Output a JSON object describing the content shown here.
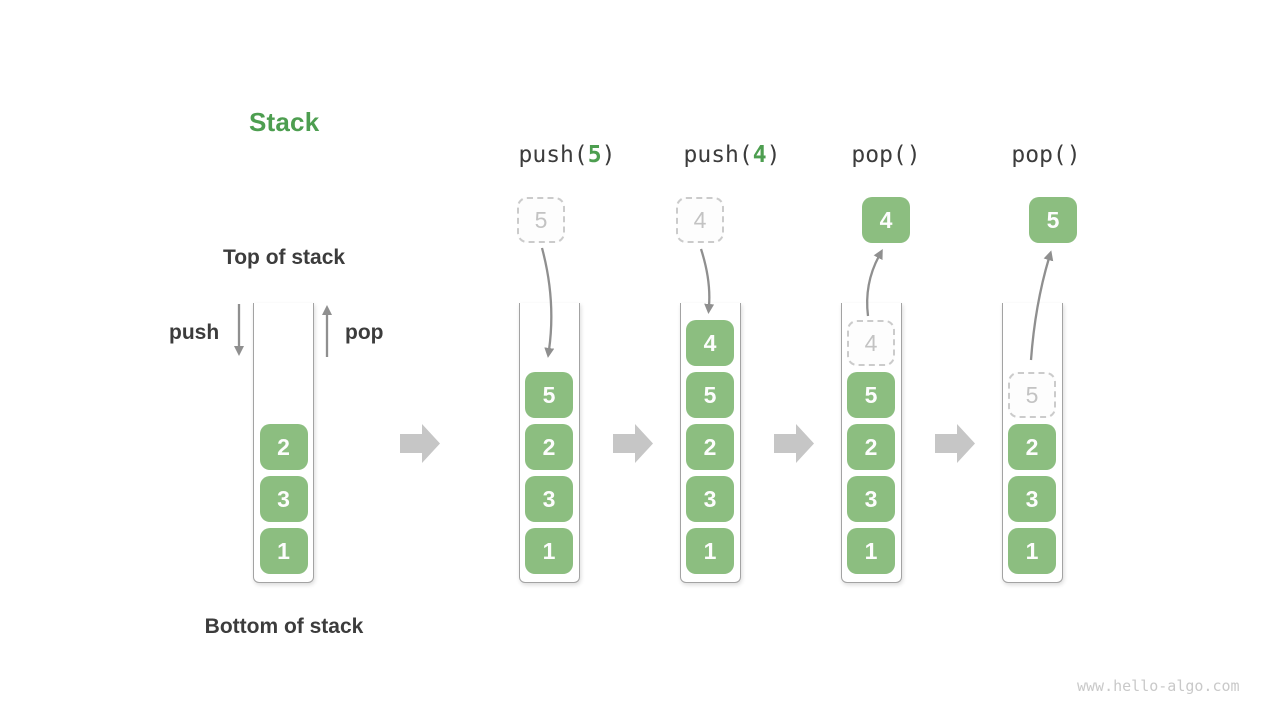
{
  "title": "Stack",
  "labels": {
    "top_of_stack": "Top of stack",
    "bottom_of_stack": "Bottom of stack",
    "push": "push",
    "pop": "pop"
  },
  "watermark": "www.hello-algo.com",
  "colors": {
    "box_green": "#8cbe80",
    "accent_green": "#4d9e50",
    "text_dark": "#3c3c3c",
    "arrow_gray": "#8f8f8f",
    "step_arrow_gray": "#c6c6c6",
    "dashed_gray": "#cbcbcb",
    "watermark_gray": "#c9c9c9"
  },
  "columns": [
    {
      "name": "initial-stack",
      "op": null,
      "stack": [
        {
          "v": "2",
          "style": "solid"
        },
        {
          "v": "3",
          "style": "solid"
        },
        {
          "v": "1",
          "style": "solid"
        }
      ]
    },
    {
      "name": "push-5",
      "op": {
        "prefix": "push(",
        "arg": "5",
        "suffix": ")"
      },
      "floating": {
        "v": "5",
        "style": "dashed"
      },
      "stack": [
        {
          "v": "5",
          "style": "solid"
        },
        {
          "v": "2",
          "style": "solid"
        },
        {
          "v": "3",
          "style": "solid"
        },
        {
          "v": "1",
          "style": "solid"
        }
      ]
    },
    {
      "name": "push-4",
      "op": {
        "prefix": "push(",
        "arg": "4",
        "suffix": ")"
      },
      "floating": {
        "v": "4",
        "style": "dashed"
      },
      "stack": [
        {
          "v": "4",
          "style": "solid"
        },
        {
          "v": "5",
          "style": "solid"
        },
        {
          "v": "2",
          "style": "solid"
        },
        {
          "v": "3",
          "style": "solid"
        },
        {
          "v": "1",
          "style": "solid"
        }
      ]
    },
    {
      "name": "pop-first",
      "op": {
        "prefix": "pop(",
        "arg": "",
        "suffix": ")"
      },
      "floating": {
        "v": "4",
        "style": "solid"
      },
      "stack": [
        {
          "v": "4",
          "style": "dashed"
        },
        {
          "v": "5",
          "style": "solid"
        },
        {
          "v": "2",
          "style": "solid"
        },
        {
          "v": "3",
          "style": "solid"
        },
        {
          "v": "1",
          "style": "solid"
        }
      ]
    },
    {
      "name": "pop-second",
      "op": {
        "prefix": "pop(",
        "arg": "",
        "suffix": ")"
      },
      "floating": {
        "v": "5",
        "style": "solid"
      },
      "stack": [
        {
          "v": "5",
          "style": "dashed"
        },
        {
          "v": "2",
          "style": "solid"
        },
        {
          "v": "3",
          "style": "solid"
        },
        {
          "v": "1",
          "style": "solid"
        }
      ]
    }
  ]
}
